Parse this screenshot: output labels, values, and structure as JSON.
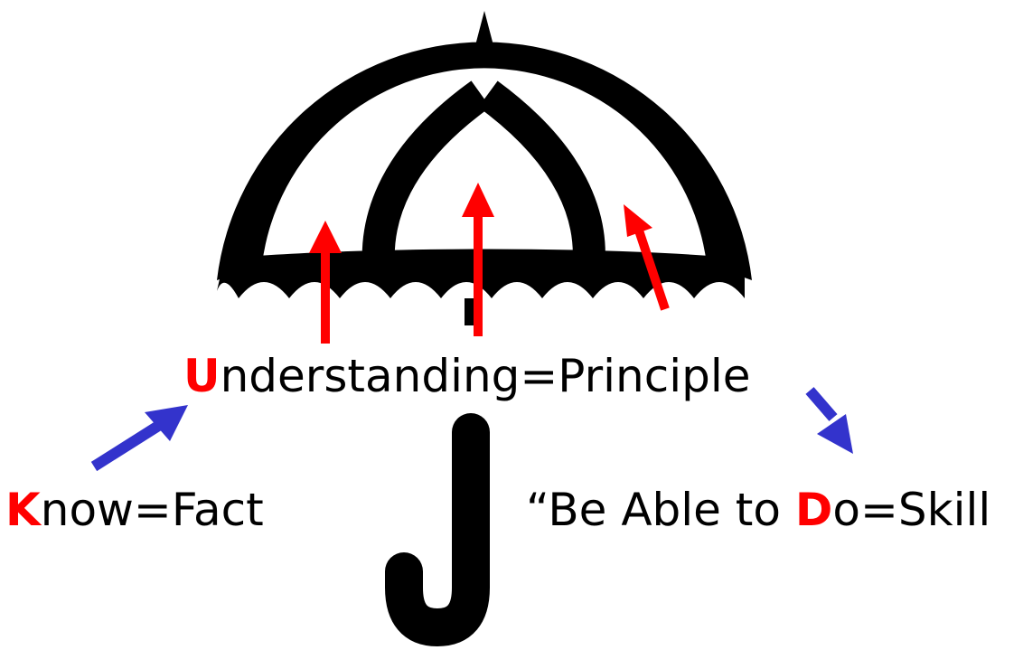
{
  "colors": {
    "umbrella": "#000000",
    "up_arrows": "#ff0000",
    "flow_arrows": "#3333cc",
    "initial_letters": "#ff0000",
    "text": "#000000"
  },
  "labels": {
    "understanding": {
      "initial": "U",
      "rest": "nderstanding=Principle"
    },
    "know": {
      "initial": "K",
      "rest": "now=Fact"
    },
    "be_able_to_do": {
      "prefix": "“Be Able to ",
      "initial": "D",
      "rest": "o=Skill"
    }
  },
  "icons": [
    "umbrella-icon",
    "arrow-up-icon",
    "arrow-diagonal-icon"
  ]
}
